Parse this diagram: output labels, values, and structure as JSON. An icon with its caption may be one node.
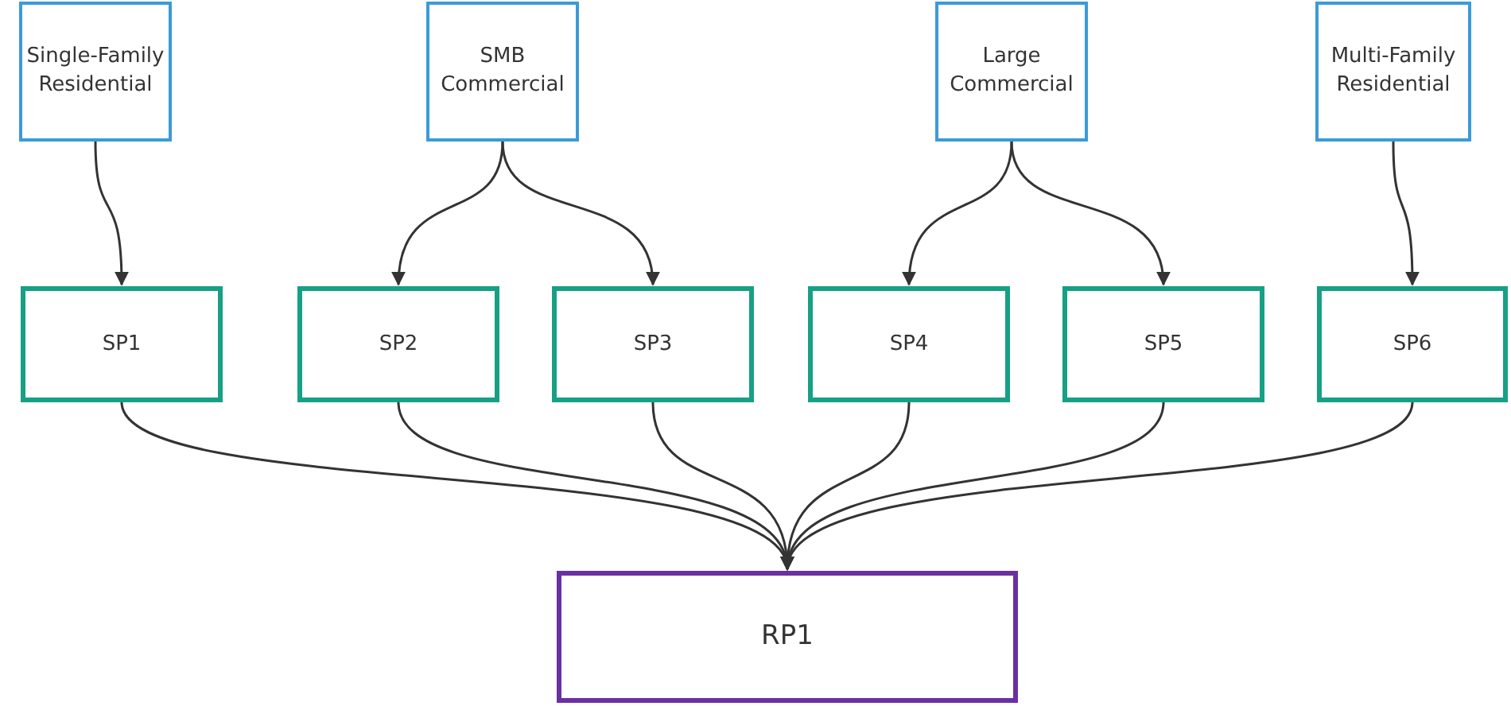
{
  "diagram": {
    "nodes": [
      {
        "text": [
          "Single-Family Residential"
        ]
      },
      {
        "text": [
          "SMB Commercial"
        ]
      },
      {
        "text": [
          "Large Commercial"
        ]
      },
      {
        "text": [
          "Multi-Family Residential"
        ]
      },
      {
        "text": [
          "SP1"
        ]
      },
      {
        "text": [
          "SP2"
        ]
      },
      {
        "text": [
          "SP3"
        ]
      },
      {
        "text": [
          "SP4"
        ]
      },
      {
        "text": [
          "SP5"
        ]
      },
      {
        "text": [
          "SP6"
        ]
      },
      {
        "text": [
          "RP1"
        ]
      }
    ],
    "edges": [
      {
        "from": 0,
        "to": 4,
        "arrow": "to"
      },
      {
        "from": 1,
        "to": 5,
        "arrow": "to"
      },
      {
        "from": 1,
        "to": 6,
        "arrow": "to"
      },
      {
        "from": 2,
        "to": 7,
        "arrow": "to"
      },
      {
        "from": 2,
        "to": 8,
        "arrow": "to"
      },
      {
        "from": 3,
        "to": 9,
        "arrow": "to"
      },
      {
        "from": 4,
        "to": 10,
        "arrow": "to"
      },
      {
        "from": 5,
        "to": 10,
        "arrow": "to"
      },
      {
        "from": 6,
        "to": 10,
        "arrow": "to"
      },
      {
        "from": 7,
        "to": 10,
        "arrow": "to"
      },
      {
        "from": 8,
        "to": 10,
        "arrow": "to"
      },
      {
        "from": 9,
        "to": 10,
        "arrow": "to"
      }
    ]
  }
}
